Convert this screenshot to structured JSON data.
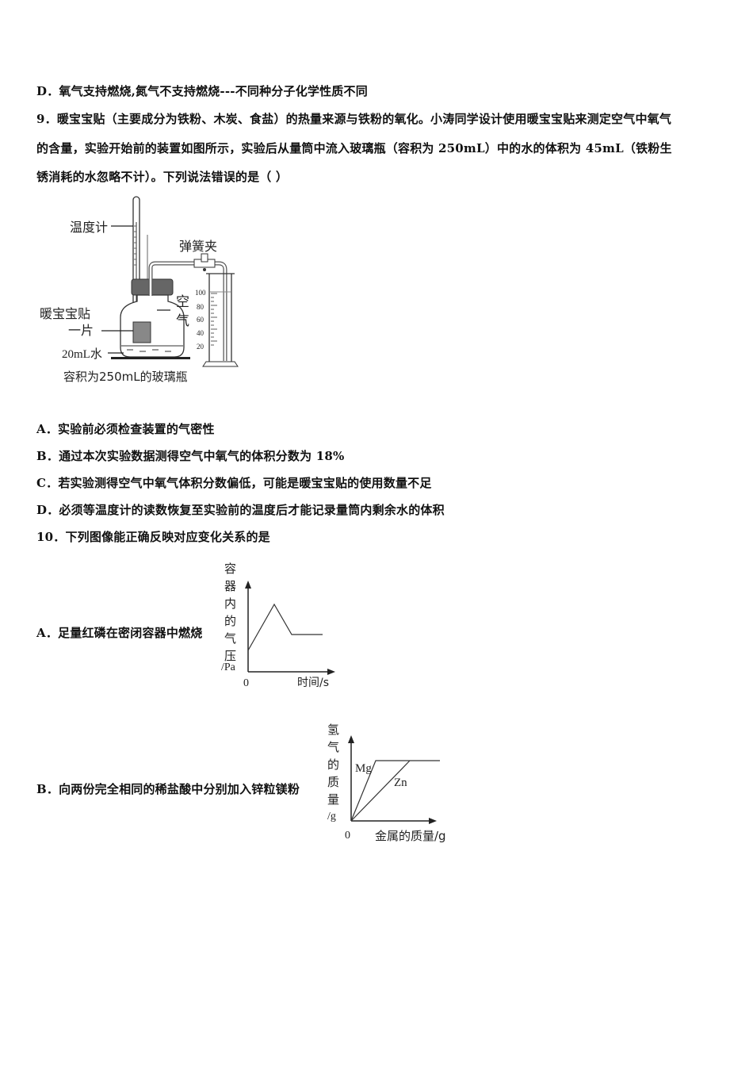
{
  "lines": {
    "q8_option_d": "D．氧气支持燃烧,氮气不支持燃烧---不同种分子化学性质不同",
    "q9_line1": "9．暖宝宝贴（主要成分为铁粉、木炭、食盐）的热量来源与铁粉的氧化。小涛同学设计使用暖宝宝贴来测定空气中氧气",
    "q9_line2": "的含量，实验开始前的装置如图所示，实验后从量筒中流入玻璃瓶（容积为 250mL）中的水的体积为 45mL（铁粉生",
    "q9_line3": "锈消耗的水忽略不计）。下列说法错误的是（ ）"
  },
  "q9_figure": {
    "thermometer_label": "温度计",
    "clamp_label": "弹簧夹",
    "air_label_1": "空",
    "air_label_2": "气",
    "pad_label_1": "暖宝宝贴",
    "pad_label_2": "一片",
    "water_label": "20mL水",
    "bottle_caption": "容积为250mL的玻璃瓶",
    "cylinder_ticks": [
      "100",
      "80",
      "60",
      "40",
      "20"
    ]
  },
  "q9_options": {
    "a": "A．实验前必须检查装置的气密性",
    "b": "B．通过本次实验数据测得空气中氧气的体积分数为 18%",
    "c": "C．若实验测得空气中氧气体积分数偏低，可能是暖宝宝贴的使用数量不足",
    "d": "D．必须等温度计的读数恢复至实验前的温度后才能记录量筒内剩余水的体积"
  },
  "q10": {
    "stem": "10．下列图像能正确反映对应变化关系的是",
    "option_a": "A．足量红磷在密闭容器中燃烧",
    "option_b": "B．向两份完全相同的稀盐酸中分别加入锌粒镁粉"
  },
  "chart_data": [
    {
      "type": "line",
      "title": "足量红磷在密闭容器中燃烧",
      "ylabel": "容器内的气压/Pa",
      "xlabel": "时间/s",
      "origin_label": "0",
      "series": [
        {
          "name": "气压",
          "x": [
            0,
            1,
            2,
            3.8
          ],
          "y": [
            1,
            2.4,
            0.8,
            0.8
          ]
        }
      ],
      "notes": "qualitative sketch, no numeric ticks"
    },
    {
      "type": "line",
      "title": "向两份完全相同的稀盐酸中分别加入锌粒镁粉",
      "ylabel": "氢气的质量/g",
      "xlabel": "金属的质量/g",
      "origin_label": "0",
      "series": [
        {
          "name": "Mg",
          "x": [
            0,
            1,
            3.4
          ],
          "y": [
            0,
            2,
            2
          ]
        },
        {
          "name": "Zn",
          "x": [
            0,
            2.4,
            3.4
          ],
          "y": [
            0,
            2,
            2
          ]
        }
      ],
      "notes": "qualitative sketch, both plateau at the same hydrogen mass"
    }
  ]
}
